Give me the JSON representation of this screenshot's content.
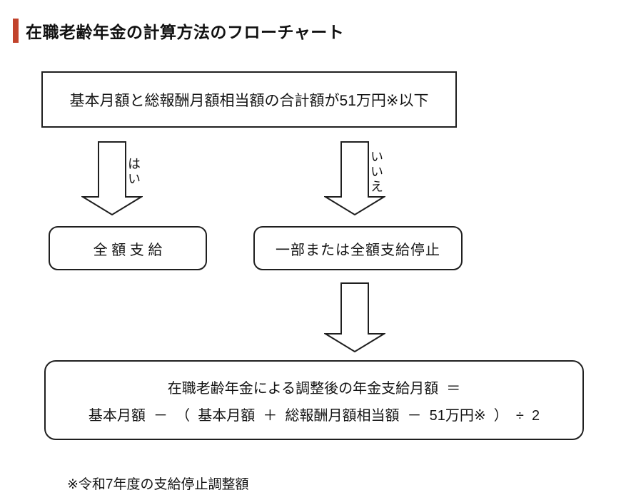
{
  "colors": {
    "accent": "#c2432c",
    "line": "#1f1f1f"
  },
  "title": {
    "text": "在職老齢年金の計算方法のフローチャート"
  },
  "flowchart": {
    "condition_box": "基本月額と総報酬月額相当額の合計額が51万円※以下",
    "yes_arrow_label": "はい",
    "no_arrow_label": "いいえ",
    "yes_result_box": "全 額 支 給",
    "no_result_box": "一部または全額支給停止",
    "formula_box": {
      "line1": "在職老齢年金による調整後の年金支給月額  ＝",
      "line2": "基本月額  －  （  基本月額  ＋  総報酬月額相当額  －  51万円※  ）  ÷  2"
    },
    "footnote": "※令和7年度の支給停止調整額"
  }
}
